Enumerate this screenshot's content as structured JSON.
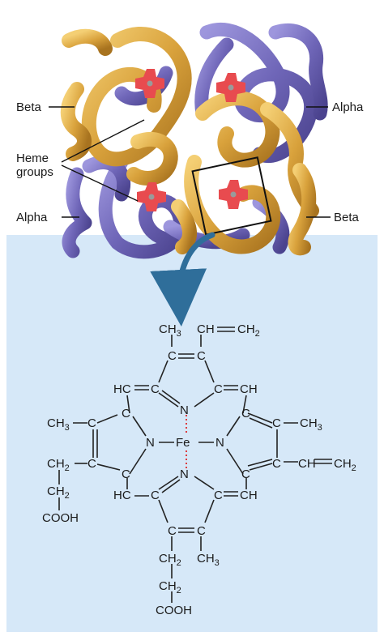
{
  "labels": {
    "beta_left": "Beta",
    "alpha_right": "Alpha",
    "heme_line1": "Heme",
    "heme_line2": "groups",
    "alpha_left": "Alpha",
    "beta_right": "Beta"
  },
  "molecule": {
    "ch3_top": "CH",
    "ch3_top_sub": "3",
    "vinyl_top_a": "CH",
    "vinyl_top_b": "CH",
    "vinyl_top_sub": "2",
    "c": "C",
    "hc": "HC",
    "ch": "CH",
    "n": "N",
    "fe": "Fe",
    "ch3_left": "CH",
    "ch3_left_sub": "3",
    "ch3_right": "CH",
    "ch3_right_sub": "3",
    "vinyl_right_a": "CH",
    "vinyl_right_b": "CH",
    "vinyl_right_sub": "2",
    "ch2": "CH",
    "ch2_sub": "2",
    "cooh": "COOH",
    "ch3_bottom": "CH",
    "ch3_bottom_sub": "3"
  },
  "colors": {
    "alpha_chain": "#6f66b8",
    "beta_chain": "#d9a23c",
    "heme": "#e84b4f",
    "panel": "#d6e8f8",
    "arrow": "#2f6e9a"
  }
}
